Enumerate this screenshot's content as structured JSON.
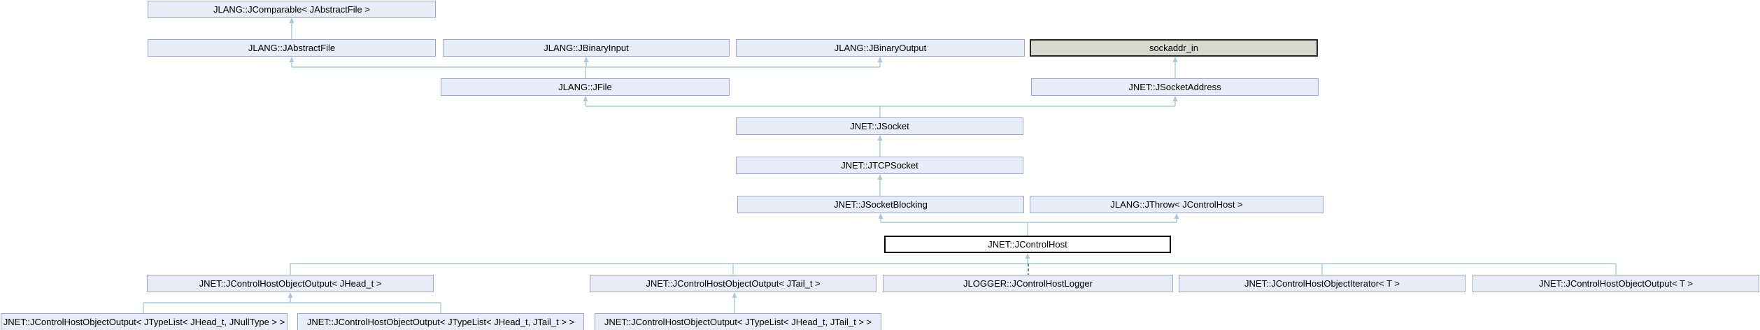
{
  "diagram_type": "class-inheritance-graph",
  "colors": {
    "node_fill": "#E8ECF6",
    "node_border": "#9CA6C9",
    "external_fill": "#D8D8D1",
    "external_border": "#2B2B26",
    "current_fill": "#FFFFFF",
    "current_border": "#000000",
    "edge": "#A6C9DE",
    "protected_edge": "#2D662D"
  },
  "nodes": [
    {
      "label": "JLANG::JComparable< JAbstractFile >",
      "kind": "class"
    },
    {
      "label": "JLANG::JAbstractFile",
      "kind": "class"
    },
    {
      "label": "JLANG::JBinaryInput",
      "kind": "class"
    },
    {
      "label": "JLANG::JBinaryOutput",
      "kind": "class"
    },
    {
      "label": "sockaddr_in",
      "kind": "external"
    },
    {
      "label": "JLANG::JFile",
      "kind": "class"
    },
    {
      "label": "JNET::JSocketAddress",
      "kind": "class"
    },
    {
      "label": "JNET::JSocket",
      "kind": "class"
    },
    {
      "label": "JNET::JTCPSocket",
      "kind": "class"
    },
    {
      "label": "JNET::JSocketBlocking",
      "kind": "class"
    },
    {
      "label": "JLANG::JThrow< JControlHost >",
      "kind": "class"
    },
    {
      "label": "JNET::JControlHost",
      "kind": "current"
    },
    {
      "label": "JNET::JControlHostObjectOutput< JHead_t >",
      "kind": "class"
    },
    {
      "label": "JNET::JControlHostObjectOutput< JTail_t >",
      "kind": "class"
    },
    {
      "label": "JLOGGER::JControlHostLogger",
      "kind": "class"
    },
    {
      "label": "JNET::JControlHostObjectIterator< T >",
      "kind": "class"
    },
    {
      "label": "JNET::JControlHostObjectOutput< T >",
      "kind": "class"
    },
    {
      "label": "JNET::JControlHostObjectOutput< JTypeList< JHead_t, JNullType > >",
      "kind": "class"
    },
    {
      "label": "JNET::JControlHostObjectOutput< JTypeList< JHead_t, JTail_t > >",
      "kind": "class"
    },
    {
      "label": "JNET::JControlHostObjectOutput< JTypeList< JHead_t, JTail_t > >",
      "kind": "class"
    }
  ],
  "edges": [
    {
      "from": "JLANG::JAbstractFile",
      "to": "JLANG::JComparable< JAbstractFile >",
      "style": "solid"
    },
    {
      "from": "JLANG::JFile",
      "to": "JLANG::JAbstractFile",
      "style": "solid"
    },
    {
      "from": "JLANG::JFile",
      "to": "JLANG::JBinaryInput",
      "style": "solid"
    },
    {
      "from": "JLANG::JFile",
      "to": "JLANG::JBinaryOutput",
      "style": "solid"
    },
    {
      "from": "JNET::JSocketAddress",
      "to": "sockaddr_in",
      "style": "solid"
    },
    {
      "from": "JNET::JSocket",
      "to": "JLANG::JFile",
      "style": "solid"
    },
    {
      "from": "JNET::JSocket",
      "to": "JNET::JSocketAddress",
      "style": "solid"
    },
    {
      "from": "JNET::JTCPSocket",
      "to": "JNET::JSocket",
      "style": "solid"
    },
    {
      "from": "JNET::JSocketBlocking",
      "to": "JNET::JTCPSocket",
      "style": "solid"
    },
    {
      "from": "JNET::JControlHost",
      "to": "JNET::JSocketBlocking",
      "style": "solid"
    },
    {
      "from": "JNET::JControlHost",
      "to": "JLANG::JThrow< JControlHost >",
      "style": "solid"
    },
    {
      "from": "JNET::JControlHostObjectOutput< JHead_t >",
      "to": "JNET::JControlHost",
      "style": "solid"
    },
    {
      "from": "JNET::JControlHostObjectOutput< JTail_t >",
      "to": "JNET::JControlHost",
      "style": "solid"
    },
    {
      "from": "JLOGGER::JControlHostLogger",
      "to": "JNET::JControlHost",
      "style": "dashed"
    },
    {
      "from": "JNET::JControlHostObjectIterator< T >",
      "to": "JNET::JControlHost",
      "style": "solid"
    },
    {
      "from": "JNET::JControlHostObjectOutput< T >",
      "to": "JNET::JControlHost",
      "style": "solid"
    },
    {
      "from": "JNET::JControlHostObjectOutput< JTypeList< JHead_t, JNullType > >",
      "to": "JNET::JControlHostObjectOutput< JHead_t >",
      "style": "solid"
    },
    {
      "from": "JNET::JControlHostObjectOutput< JTypeList< JHead_t, JTail_t > >",
      "to": "JNET::JControlHostObjectOutput< JHead_t >",
      "style": "solid"
    },
    {
      "from": "JNET::JControlHostObjectOutput< JTypeList< JHead_t, JTail_t > >",
      "to": "JNET::JControlHostObjectOutput< JTail_t >",
      "style": "solid"
    }
  ]
}
